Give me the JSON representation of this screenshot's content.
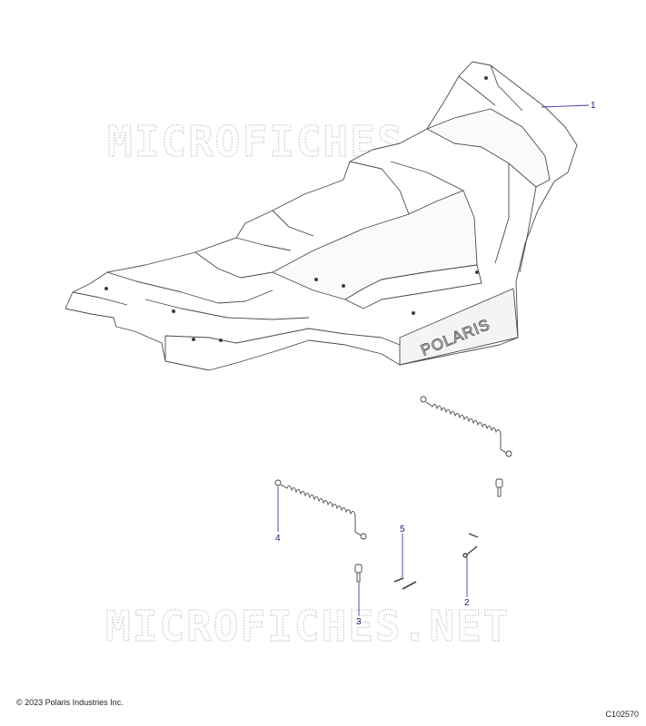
{
  "watermarks": [
    "MICROFICHES.NET",
    "MICROFICHES.NET"
  ],
  "brand_mark": "POLARIS",
  "callouts": [
    {
      "id": "1",
      "label": "1"
    },
    {
      "id": "2",
      "label": "2"
    },
    {
      "id": "3",
      "label": "3"
    },
    {
      "id": "4",
      "label": "4"
    },
    {
      "id": "5",
      "label": "5"
    }
  ],
  "footer": {
    "copyright": "© 2023 Polaris Industries Inc.",
    "figure_code": "C102570"
  },
  "colors": {
    "line": "#4a4a4a",
    "callout": "#1a1a7a",
    "watermark": "#d0d0d0"
  }
}
